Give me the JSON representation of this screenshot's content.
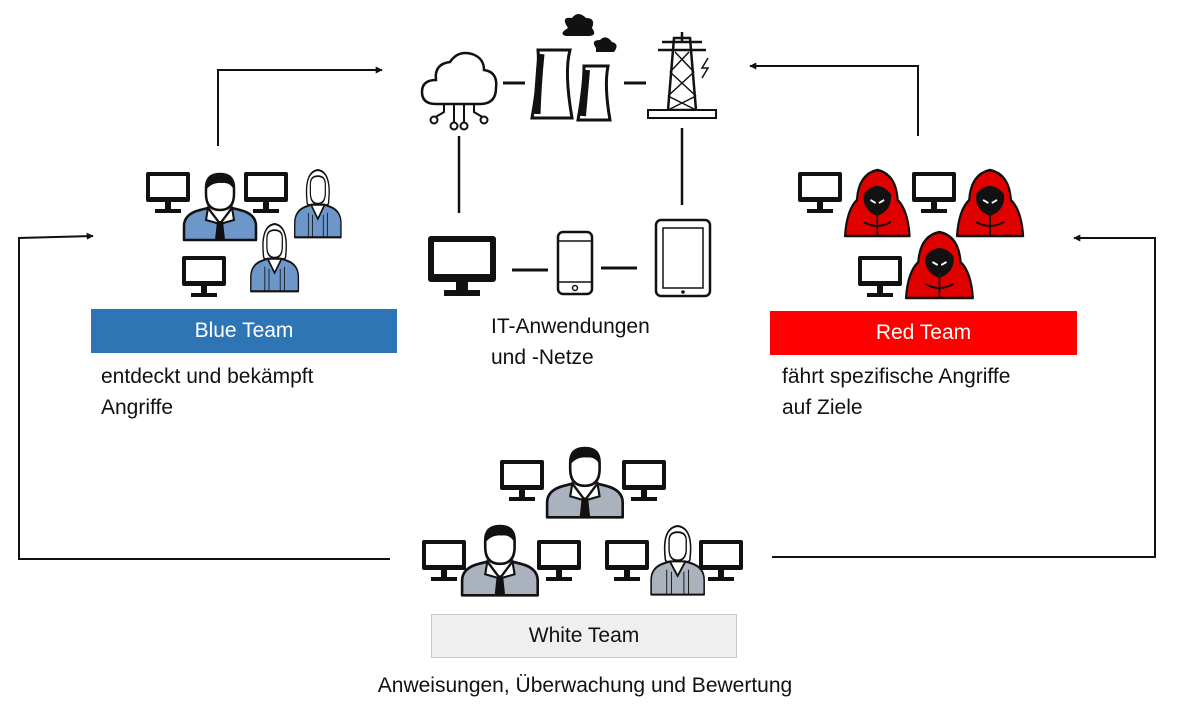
{
  "teams": {
    "blue": {
      "label": "Blue Team",
      "description": [
        "entdeckt und bekämpft",
        "Angriffe"
      ],
      "color": "#2e75b6",
      "person_color": "#6d96c9"
    },
    "red": {
      "label": "Red Team",
      "description": [
        "fährt spezifische Angriffe",
        "auf Ziele"
      ],
      "color": "#ff0000",
      "hacker_color": "#e00000"
    },
    "white": {
      "label": "White Team",
      "description": "Anweisungen, Überwachung und Bewertung",
      "color": "#efefef",
      "person_color": "#aab2bd"
    }
  },
  "center": {
    "description": [
      "IT-Anwendungen",
      "und -Netze"
    ],
    "icons": [
      "cloud-network-icon",
      "power-plant-icon",
      "power-tower-icon",
      "desktop-monitor-icon",
      "smartphone-icon",
      "tablet-icon"
    ]
  }
}
